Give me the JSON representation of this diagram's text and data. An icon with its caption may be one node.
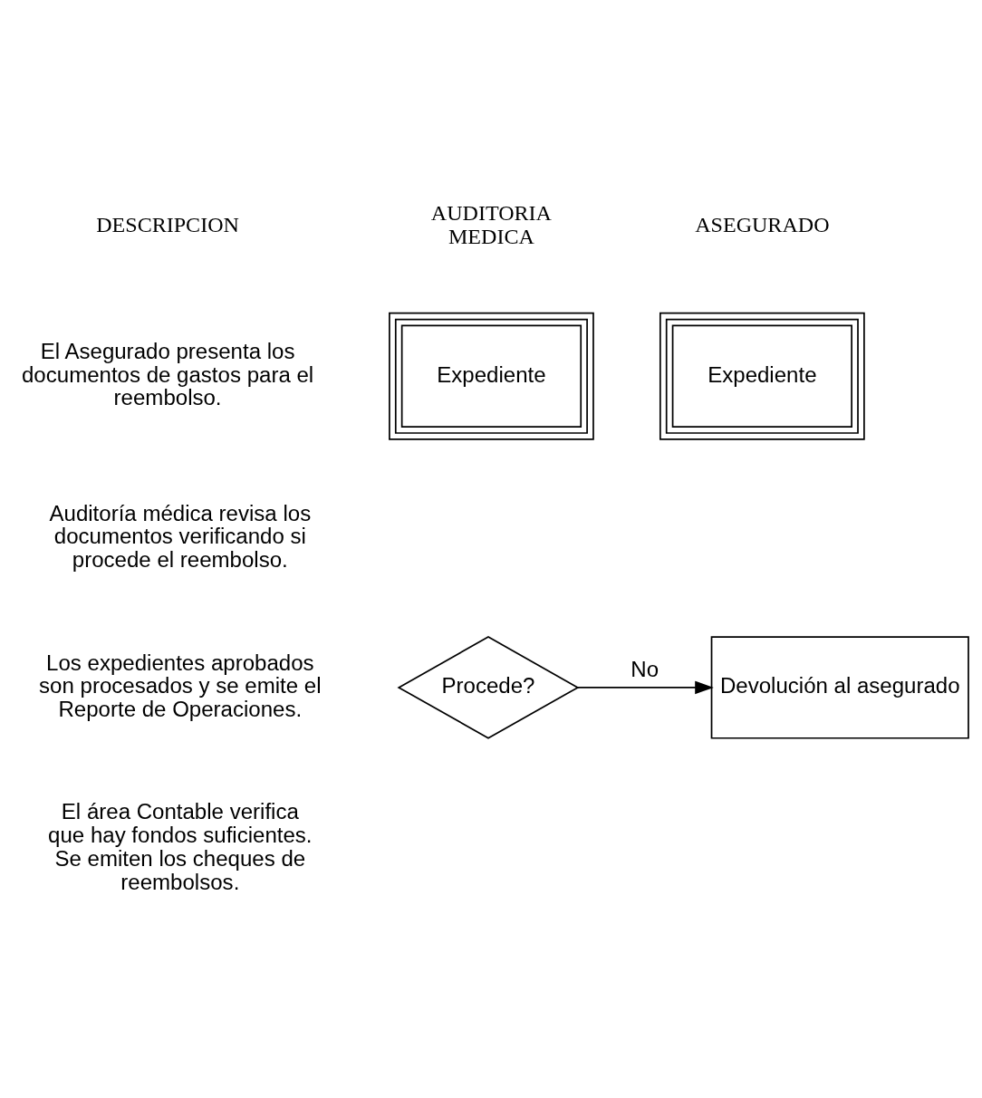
{
  "diagram": {
    "nodes": [
      {
        "text": [
          "Expediente"
        ]
      },
      {
        "text": [
          "Expediente"
        ]
      },
      {
        "text": [
          "Procede?"
        ]
      },
      {
        "text": [
          "Devolución al asegurado"
        ]
      }
    ],
    "edges": [
      {
        "from": 2,
        "to": 3,
        "arrow": "to",
        "label": "No"
      }
    ],
    "labels": [
      "DESCRIPCION",
      "ASEGURADO",
      "AUDITORIA MEDICA",
      "El Asegurado presenta los documentos de gastos para el reembolso.",
      "Auditoría médica revisa los documentos verificando si procede el reembolso.",
      "Los expedientes aprobados son procesados y se emite el Reporte de Operaciones.",
      "El área Contable verifica que hay fondos suficientes. Se emiten los cheques de reembolsos."
    ]
  }
}
